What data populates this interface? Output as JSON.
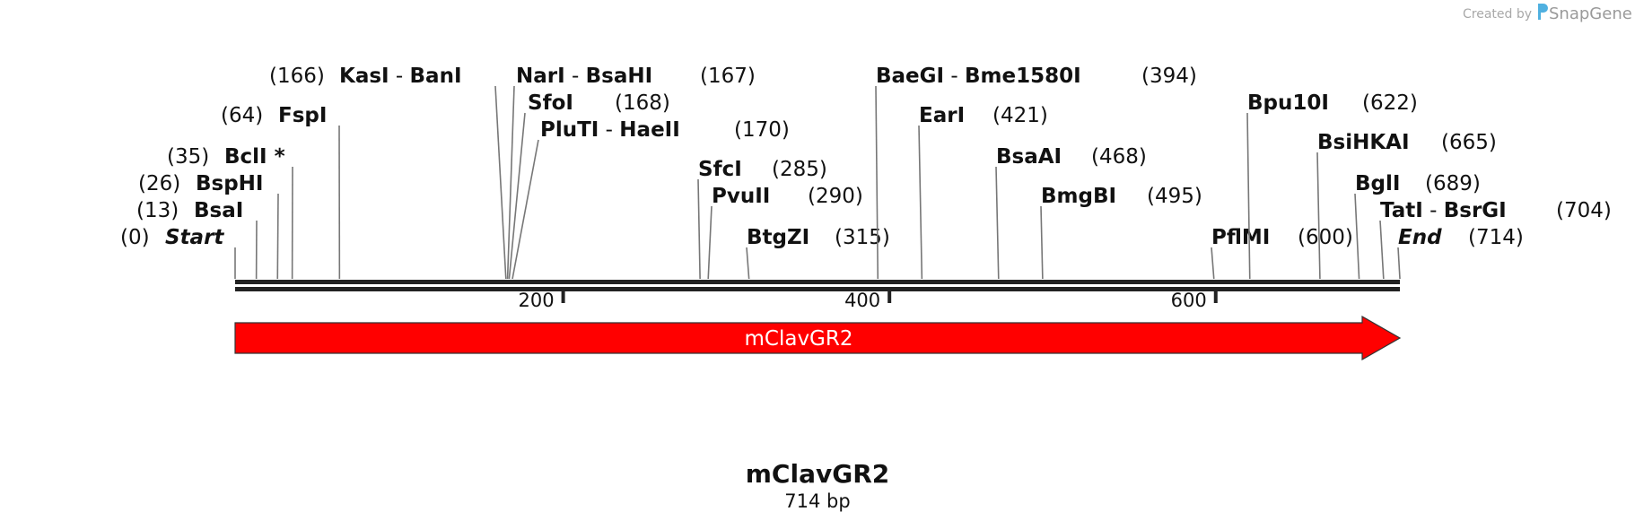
{
  "credit": {
    "prefix": "Created by",
    "brand": "SnapGene"
  },
  "sequence": {
    "name": "mClavGR2",
    "length_label": "714 bp",
    "length": 714
  },
  "ruler_ticks": [
    {
      "pos": 200,
      "label": "200"
    },
    {
      "pos": 400,
      "label": "400"
    },
    {
      "pos": 600,
      "label": "600"
    }
  ],
  "feature": {
    "name": "mClavGR2",
    "start": 1,
    "end": 714,
    "color": "#ff0000",
    "direction": "forward"
  },
  "sites": [
    {
      "names": [
        "Start"
      ],
      "coord": "(0)",
      "pos": 0,
      "terminus": true
    },
    {
      "names": [
        "BsaI"
      ],
      "coord": "(13)",
      "pos": 13
    },
    {
      "names": [
        "BspHI"
      ],
      "coord": "(26)",
      "pos": 26
    },
    {
      "names": [
        "BclI *"
      ],
      "coord": "(35)",
      "pos": 35
    },
    {
      "names": [
        "FspI"
      ],
      "coord": "(64)",
      "pos": 64
    },
    {
      "names": [
        "KasI",
        "BanI"
      ],
      "coord": "(166)",
      "pos": 166
    },
    {
      "names": [
        "NarI",
        "BsaHI"
      ],
      "coord": "(167)",
      "pos": 167
    },
    {
      "names": [
        "SfoI"
      ],
      "coord": "(168)",
      "pos": 168
    },
    {
      "names": [
        "PluTI",
        "HaeII"
      ],
      "coord": "(170)",
      "pos": 170
    },
    {
      "names": [
        "SfcI"
      ],
      "coord": "(285)",
      "pos": 285
    },
    {
      "names": [
        "PvuII"
      ],
      "coord": "(290)",
      "pos": 290
    },
    {
      "names": [
        "BtgZI"
      ],
      "coord": "(315)",
      "pos": 315
    },
    {
      "names": [
        "BaeGI",
        "Bme1580I"
      ],
      "coord": "(394)",
      "pos": 394
    },
    {
      "names": [
        "EarI"
      ],
      "coord": "(421)",
      "pos": 421
    },
    {
      "names": [
        "BsaAI"
      ],
      "coord": "(468)",
      "pos": 468
    },
    {
      "names": [
        "BmgBI"
      ],
      "coord": "(495)",
      "pos": 495
    },
    {
      "names": [
        "PflMI"
      ],
      "coord": "(600)",
      "pos": 600
    },
    {
      "names": [
        "Bpu10I"
      ],
      "coord": "(622)",
      "pos": 622
    },
    {
      "names": [
        "BsiHKAI"
      ],
      "coord": "(665)",
      "pos": 665
    },
    {
      "names": [
        "BglI"
      ],
      "coord": "(689)",
      "pos": 689
    },
    {
      "names": [
        "TatI",
        "BsrGI"
      ],
      "coord": "(704)",
      "pos": 704
    },
    {
      "names": [
        "End"
      ],
      "coord": "(714)",
      "pos": 714,
      "terminus": true
    }
  ]
}
